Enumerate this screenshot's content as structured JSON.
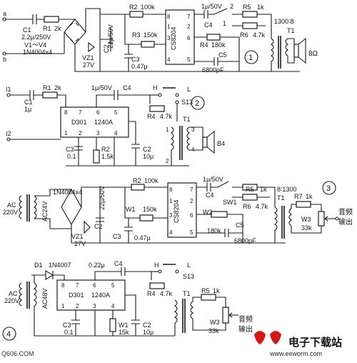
{
  "circuit1": {
    "num": "1",
    "in_a": "a",
    "in_b": "b",
    "c1": "C1",
    "c1_val": "2.2μ/250V",
    "r1": "R1",
    "r1_val": "2k",
    "diodes": "V1～V4",
    "diodes_part": "1N4004x4",
    "vz": "VZ1",
    "vz_val": "27V",
    "c2": "C2",
    "c2_val": "22μ/50V",
    "r2": "R2",
    "r2_val": "100k",
    "r3": "R3",
    "r3_val": "150k",
    "c3": "C3",
    "c3_val": "0.47μ",
    "ic": "CS8204",
    "pin8": "8",
    "pin7": "7",
    "pin1": "1",
    "pin2": "2",
    "pin3": "3",
    "pin4": "4",
    "pin5": "5",
    "pin6": "6",
    "r4": "R4",
    "r4_val": "180k",
    "c5": "C5",
    "c5_val": "6800pF",
    "c4": "C4",
    "c4_val": "1μ/50V",
    "r5": "R5",
    "r5_val": "1k",
    "r6": "R6",
    "r6_val": "4.7k",
    "sw_1": "1",
    "sw_2": "2",
    "ratio": "1300∶8",
    "t1": "T1",
    "spk": "8Ω"
  },
  "circuit2": {
    "num": "2",
    "i1": "I1",
    "i2": "I2",
    "c1": "C1",
    "c1_val": "1μ",
    "r1": "R1",
    "r1_val": "2k",
    "c4": "C4",
    "c4_val": "1μ/50V",
    "ic1": "D301",
    "ic2": "1240A",
    "p8": "8",
    "p7": "7",
    "p6": "6",
    "p5": "5",
    "p1": "1",
    "p2": "2",
    "p3": "3",
    "p4": "4",
    "c3": "C3",
    "c3_val": "0.1",
    "r2": "R2",
    "r2_val": "1.5k",
    "c2": "C2",
    "c2_val": "10μ",
    "h": "H",
    "l": "L",
    "s13": "S13",
    "r4": "R4",
    "r4_val": "4.7k",
    "t1": "T1",
    "t1_1": "1",
    "t1_2": "2",
    "t1_3": "3",
    "t1_4": "4",
    "b4": "B4"
  },
  "circuit3": {
    "num": "3",
    "ac": "AC",
    "ac_v": "220V",
    "ac24": "AC24V",
    "diodes_part": "1N4004x4",
    "vz": "VZ1",
    "vz_val": "27V",
    "c2": "C2",
    "c2_val": "22μ/50V",
    "r2": "R2",
    "r2_val": "100k",
    "w1": "W1",
    "w1_val": "150k",
    "c3": "C3",
    "c3_val": "0.47μ",
    "ic": "CS8204",
    "p8": "8",
    "p7": "7",
    "p1": "1",
    "p2": "2",
    "p3": "3",
    "p4": "4",
    "p5": "5",
    "p6": "6",
    "c4": "C4",
    "c4_val": "1μ/50V",
    "sw1": "SW1",
    "w2": "W2",
    "w2_val": "180k",
    "c5": "C5",
    "c5_val": "6800pF",
    "r5": "R5",
    "r5_val": "1k",
    "r6": "R6",
    "r6_val": "4.7k",
    "ratio": "8∶1300",
    "t1": "T1",
    "r7": "R7",
    "r7_val": "1k",
    "w3": "W3",
    "w3_val": "33k",
    "out1": "音频",
    "out2": "输出"
  },
  "circuit4": {
    "num": "4",
    "d1": "D1",
    "d1_part": "1N4007",
    "ac": "AC",
    "ac_v": "220V",
    "ac48": "AC48V",
    "c4": "C4",
    "c4_val": "0.22μ",
    "ic1": "D301",
    "ic2": "1240A",
    "p8": "8",
    "p7": "7",
    "p6": "6",
    "p5": "5",
    "p1": "1",
    "p2": "2",
    "p3": "3",
    "p4": "4",
    "c3": "C3",
    "c3_val": "0.1",
    "w1": "W1",
    "w1_val": "15k",
    "c2": "C2",
    "c2_val": "10μ",
    "h": "H",
    "l": "L",
    "s13": "S13",
    "r4": "R4",
    "r4_val": "4.7k",
    "t1": "T1",
    "r5": "R5",
    "r5_val": "1k",
    "w3": "W3",
    "w3_val": "33k",
    "out1": "音频",
    "out2": "输出"
  },
  "watermark": {
    "left": "Q606.COM",
    "brand": "电子下载站",
    "url": "www.eeworm.com"
  }
}
